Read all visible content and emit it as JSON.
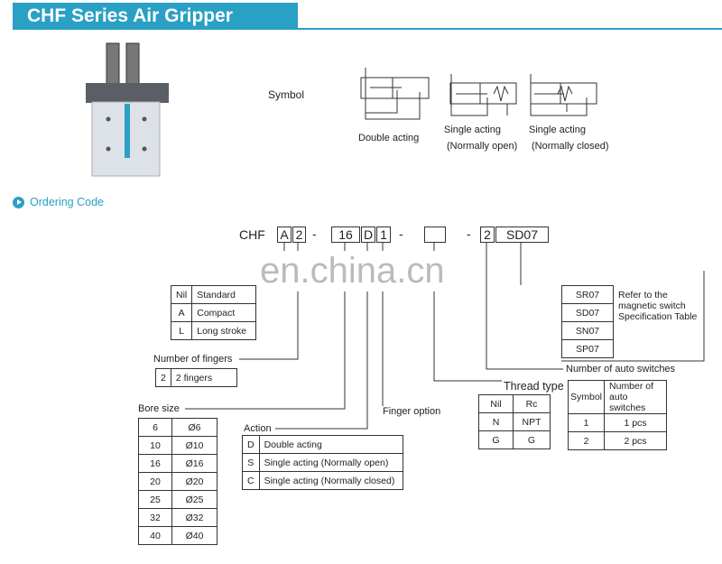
{
  "header": {
    "title": "CHF Series  Air Gripper"
  },
  "symbol": {
    "label": "Symbol",
    "captions": [
      [
        "Double acting"
      ],
      [
        "Single acting",
        "(Normally open)"
      ],
      [
        "Single acting",
        "(Normally closed)"
      ]
    ]
  },
  "ordering": {
    "title": "Ordering Code"
  },
  "code": {
    "prefix": "CHF",
    "parts": [
      "A",
      "2",
      "16",
      "D",
      "1",
      "",
      "2",
      "SD07"
    ],
    "dash": "-"
  },
  "watermark": "en.china.cn",
  "type_table": [
    [
      "Nil",
      "Standard"
    ],
    [
      "A",
      "Compact"
    ],
    [
      "L",
      "Long stroke"
    ]
  ],
  "fingers": {
    "label": "Number of fingers",
    "rows": [
      [
        "2",
        "2 fingers"
      ]
    ]
  },
  "bore": {
    "label": "Bore size",
    "rows": [
      [
        "6",
        "Ø6"
      ],
      [
        "10",
        "Ø10"
      ],
      [
        "16",
        "Ø16"
      ],
      [
        "20",
        "Ø20"
      ],
      [
        "25",
        "Ø25"
      ],
      [
        "32",
        "Ø32"
      ],
      [
        "40",
        "Ø40"
      ]
    ]
  },
  "action": {
    "label": "Action",
    "rows": [
      [
        "D",
        "Double acting"
      ],
      [
        "S",
        "Single acting (Normally open)"
      ],
      [
        "C",
        "Single acting (Normally closed)"
      ]
    ]
  },
  "finger_option": {
    "label": "Finger option"
  },
  "thread": {
    "label": "Thread type",
    "rows": [
      [
        "Nil",
        "Rc"
      ],
      [
        "N",
        "NPT"
      ],
      [
        "G",
        "G"
      ]
    ]
  },
  "auto_switch_count": {
    "label": "Number of auto switches",
    "header": [
      "Symbol",
      "Number of auto switches"
    ],
    "rows": [
      [
        "1",
        "1 pcs"
      ],
      [
        "2",
        "2 pcs"
      ]
    ]
  },
  "switch": {
    "codes": [
      "SR07",
      "SD07",
      "SN07",
      "SP07"
    ],
    "note": "Refer to the magnetic switch Specification Table"
  },
  "colors": {
    "accent": "#2aa0c4"
  }
}
